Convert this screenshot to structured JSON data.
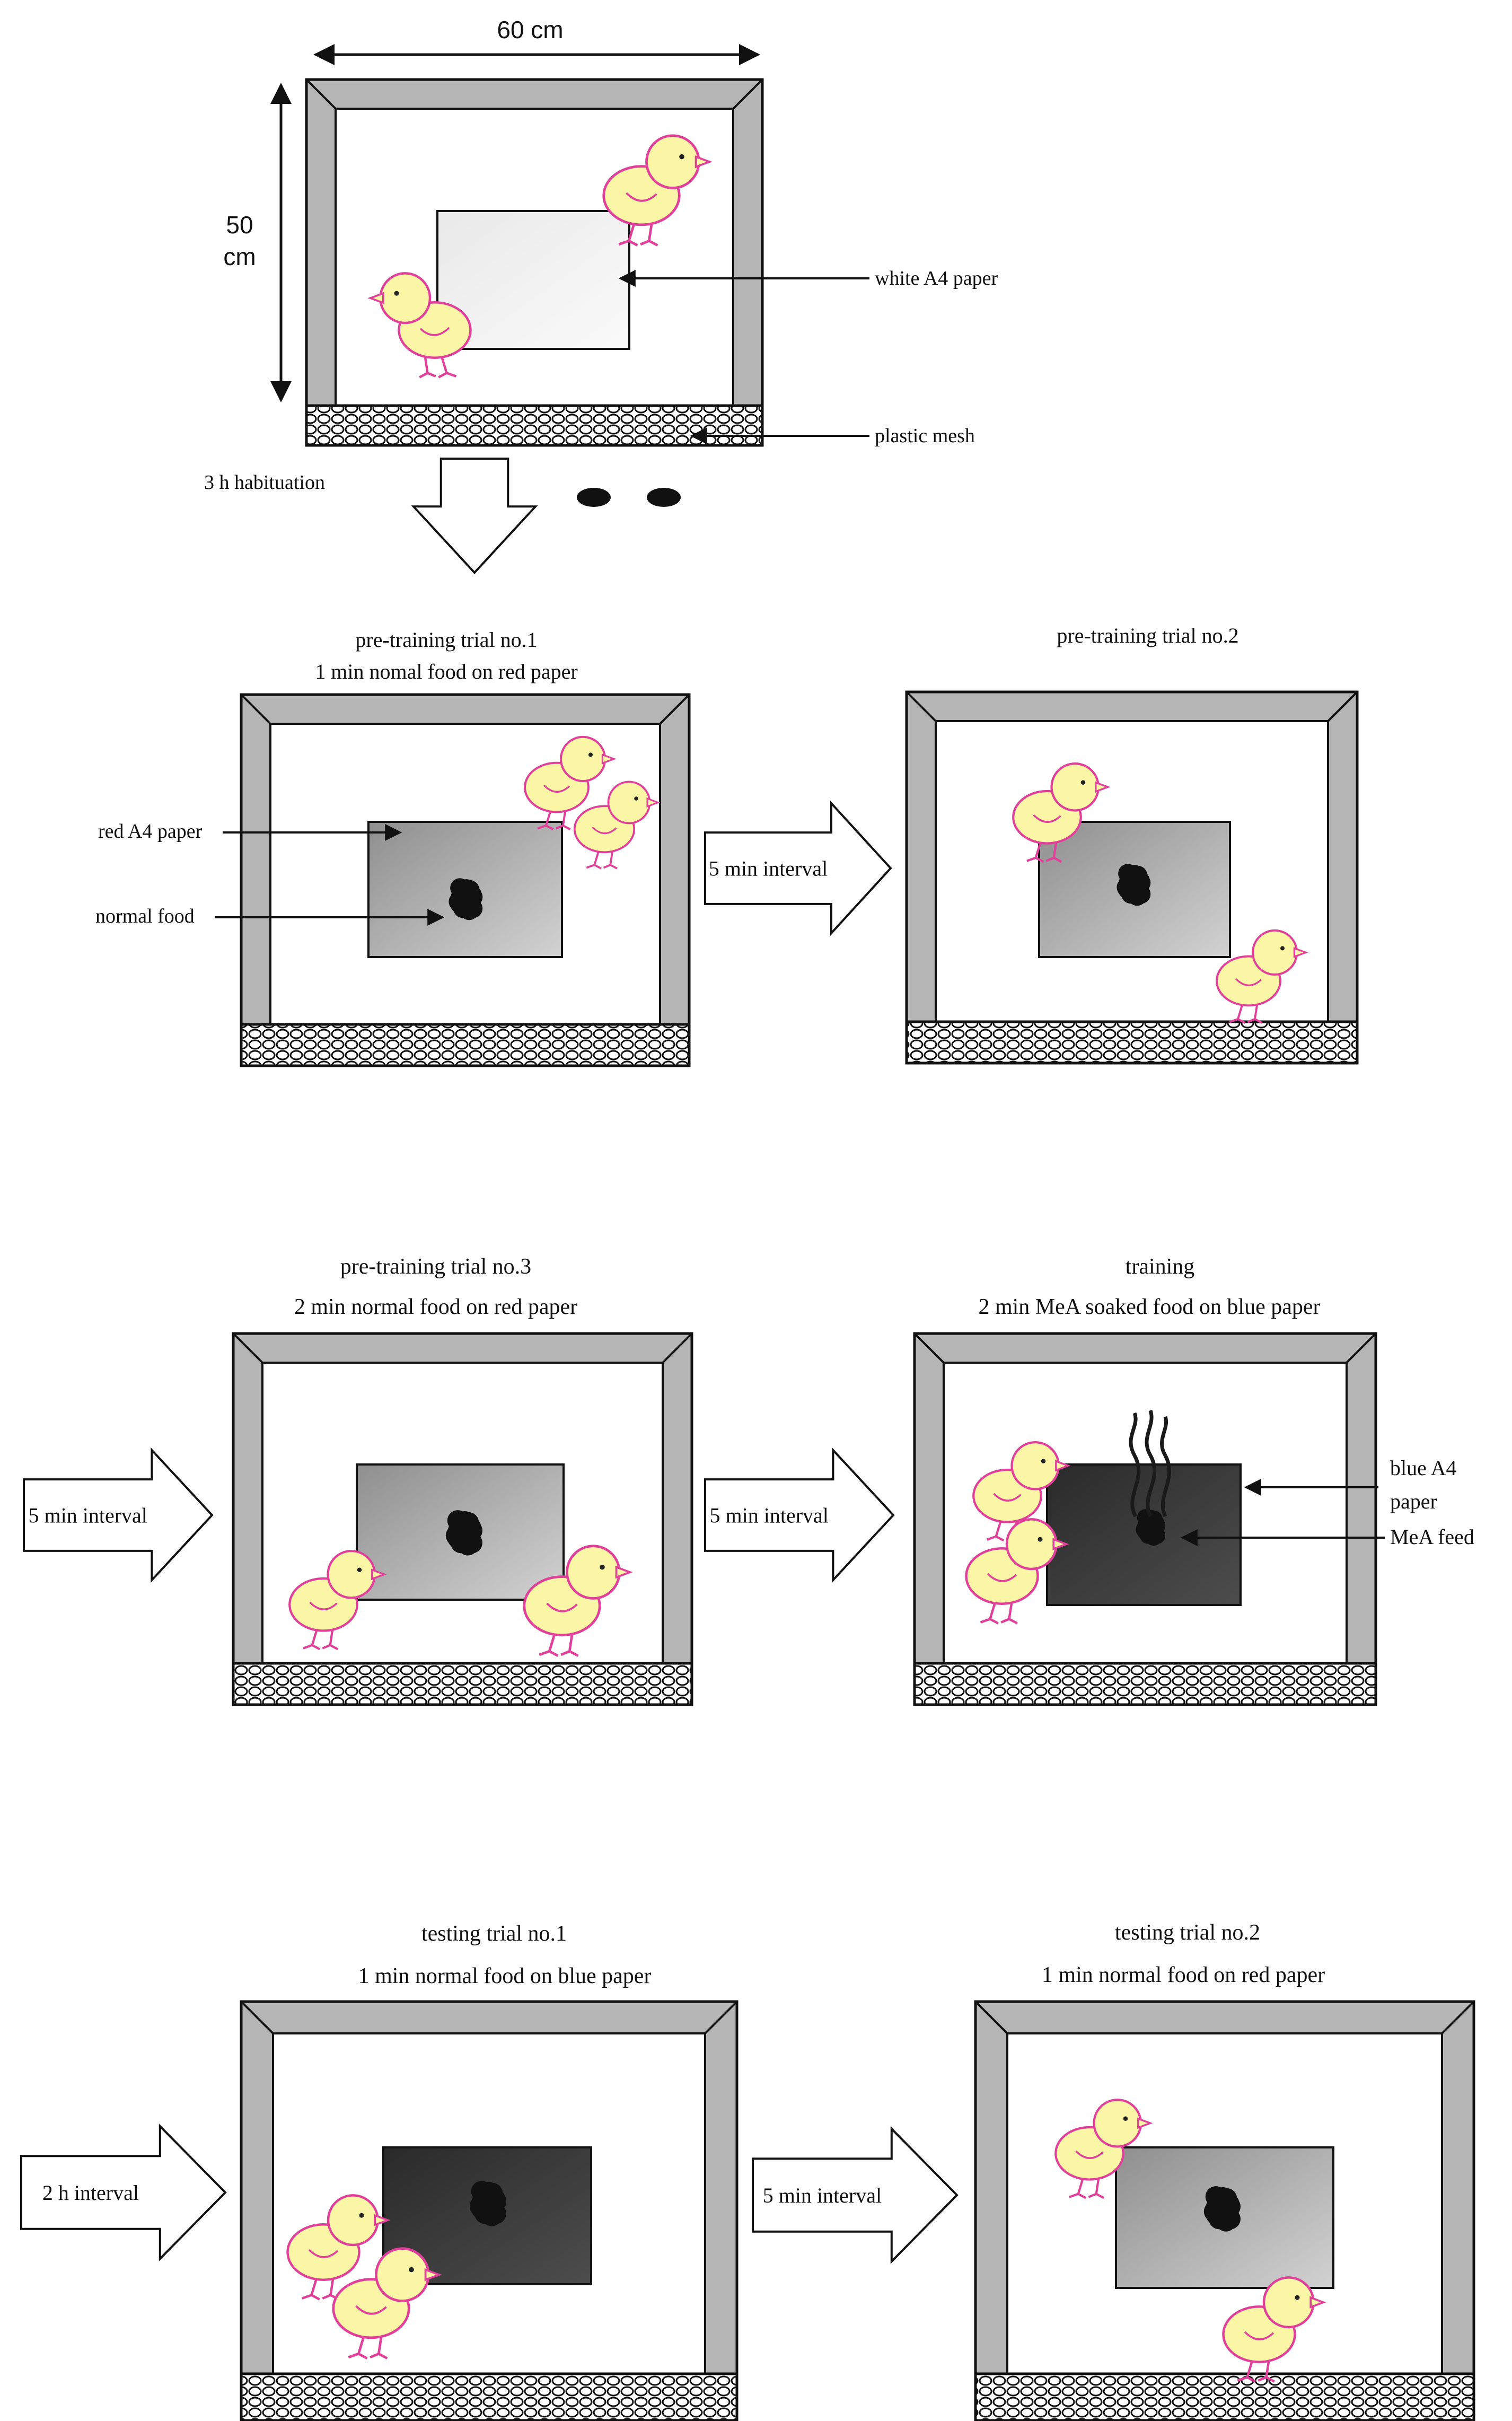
{
  "dimensions": {
    "width": "60 cm",
    "height_value": "50",
    "height_unit": "cm"
  },
  "setup_labels": {
    "white_paper": "white A4 paper",
    "mesh": "plastic mesh",
    "habituation": "3 h habituation"
  },
  "pretrain1": {
    "title": "pre-training trial no.1",
    "subtitle": "1 min nomal food on red paper",
    "red_paper": "red A4 paper",
    "normal_food": "normal food"
  },
  "pretrain2": {
    "title": "pre-training trial no.2"
  },
  "pretrain3": {
    "title": "pre-training trial no.3",
    "subtitle": "2 min normal food on red paper"
  },
  "training": {
    "title": "training",
    "subtitle": "2 min MeA soaked food on blue paper",
    "blue_line1": "blue A4",
    "blue_line2": "paper",
    "mea_feed": "MeA feed"
  },
  "test1": {
    "title": "testing trial no.1",
    "subtitle": "1 min normal food on blue paper"
  },
  "test2": {
    "title": "testing trial no.2",
    "subtitle": "1 min normal food on red paper"
  },
  "intervals": {
    "five_min": "5 min interval",
    "two_h": "2 h interval"
  },
  "colors": {
    "frame": "#b5b5b5",
    "chick": "#fbf6a5",
    "chick_outline": "#e0409a",
    "blue_paper": "#3a3a3a",
    "red_paper": "#a9a9a9",
    "white_paper": "#f2f2f2"
  }
}
